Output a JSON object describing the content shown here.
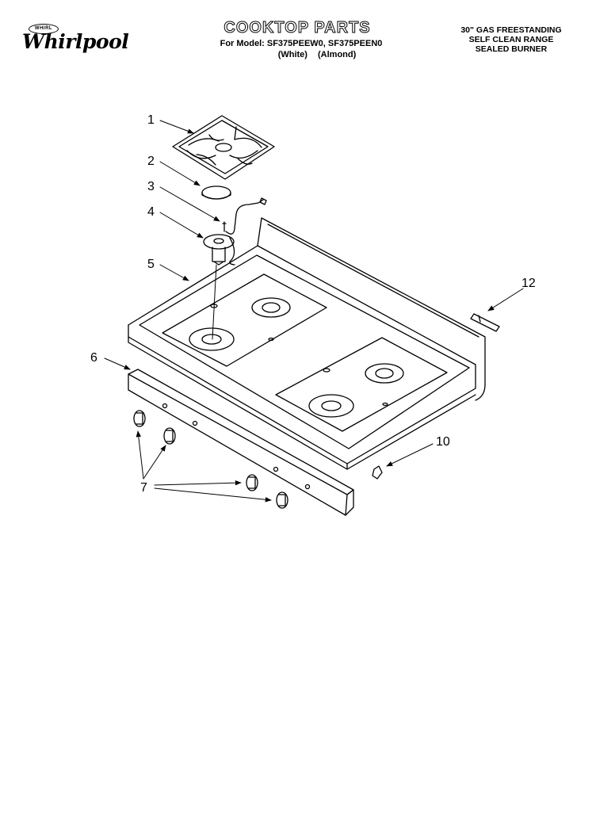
{
  "header": {
    "logo_badge": "WHIRL",
    "brand": "Whirlpool",
    "title": "COOKTOP PARTS",
    "model_line": "For Model: SF375PEEW0, SF375PEEN0",
    "model_colors": "(White) (Almond)",
    "description": [
      "30\" GAS FREESTANDING",
      "SELF CLEAN RANGE",
      "SEALED BURNER"
    ]
  },
  "callouts": {
    "c1": "1",
    "c2": "2",
    "c3": "3",
    "c4": "4",
    "c5": "5",
    "c6": "6",
    "c7": "7",
    "c10": "10",
    "c12": "12"
  },
  "colors": {
    "ink": "#000000",
    "paper": "#ffffff"
  }
}
